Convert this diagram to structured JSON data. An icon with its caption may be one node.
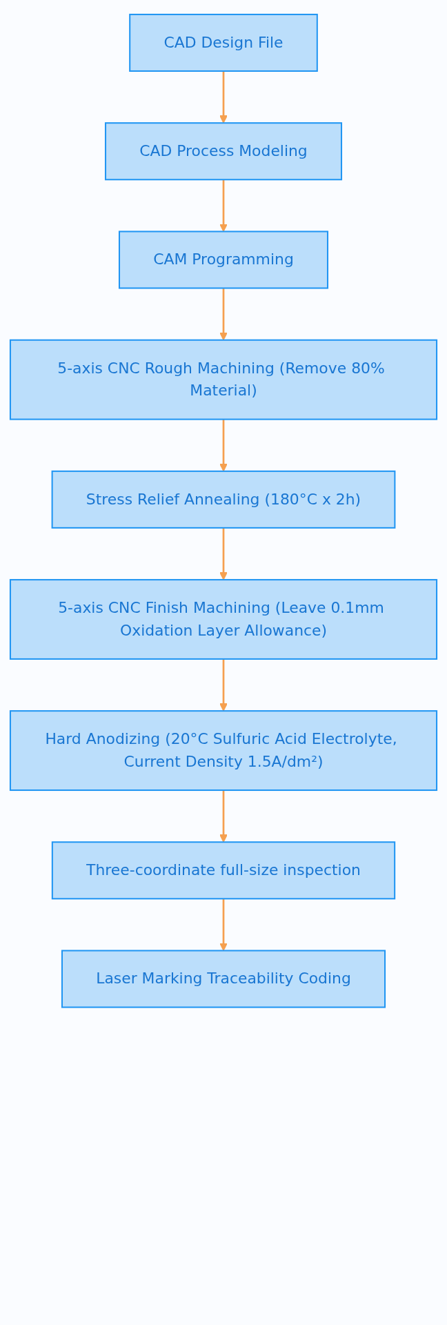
{
  "diagram": {
    "nodes": [
      {
        "text": [
          "CAD Design File"
        ]
      },
      {
        "text": [
          "CAD Process Modeling"
        ]
      },
      {
        "text": [
          "CAM Programming"
        ]
      },
      {
        "text": [
          "5-axis CNC Rough Machining (Remove 80% Material)"
        ]
      },
      {
        "text": [
          "Stress Relief Annealing (180°C x 2h)"
        ]
      },
      {
        "text": [
          "5-axis CNC Finish Machining (Leave 0.1mm Oxidation Layer Allowance)"
        ]
      },
      {
        "text": [
          "Hard Anodizing (20°C Sulfuric Acid Electrolyte, Current Density 1.5A/dm²)"
        ]
      },
      {
        "text": [
          "Three-coordinate full-size inspection"
        ]
      },
      {
        "text": [
          "Laser Marking Traceability Coding"
        ]
      }
    ],
    "edges": [
      {
        "from": 0,
        "to": 1,
        "arrow": "to"
      },
      {
        "from": 1,
        "to": 2,
        "arrow": "to"
      },
      {
        "from": 2,
        "to": 3,
        "arrow": "to"
      },
      {
        "from": 3,
        "to": 4,
        "arrow": "to"
      },
      {
        "from": 4,
        "to": 5,
        "arrow": "to"
      },
      {
        "from": 5,
        "to": 6,
        "arrow": "to"
      },
      {
        "from": 6,
        "to": 7,
        "arrow": "to"
      },
      {
        "from": 7,
        "to": 8,
        "arrow": "to"
      }
    ]
  }
}
